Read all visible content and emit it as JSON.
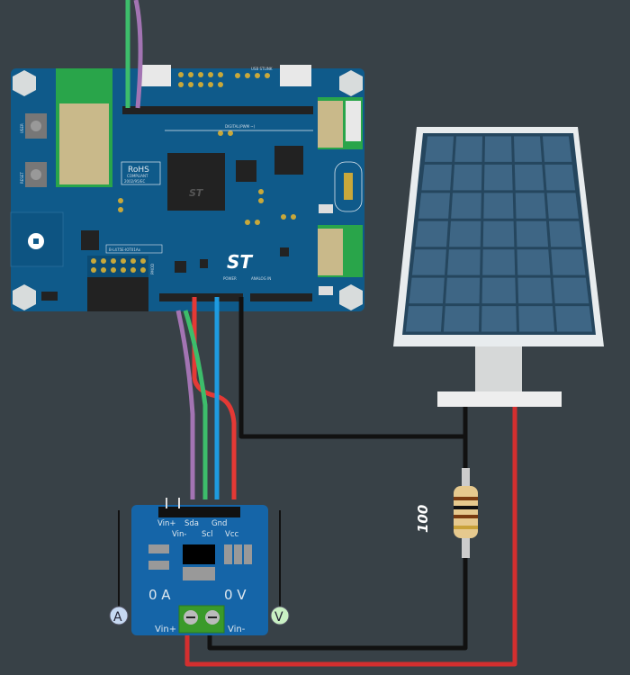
{
  "board": {
    "name": "B-L475E-IOT01Ax",
    "rohs": "RoHS",
    "rohs_compliant": "COMPLIANT",
    "rohs_directive": "2002/95/EC",
    "user_button": "USER",
    "reset_button": "RESET",
    "digital_header": "DIGITAL(PWM ~)",
    "power_header": "POWER",
    "analog_header": "ANALOG IN",
    "pmod": "PMOD",
    "usb_stlink": "USB STLINK",
    "brand": "ST",
    "colors": {
      "pcb": "#0f5a8a",
      "pcb_dark": "#0b4b74"
    }
  },
  "sensor": {
    "pins": {
      "vin_plus": "Vin+",
      "vin_minus": "Vin-",
      "sda": "Sda",
      "scl": "Scl",
      "gnd": "Gnd",
      "vcc": "Vcc"
    },
    "current_reading": "0 A",
    "voltage_reading": "0 V",
    "terminal_left": "Vin+",
    "terminal_right": "Vin-",
    "ammeter_probe": "A",
    "voltmeter_probe": "V",
    "color": "#1565a8"
  },
  "resistor": {
    "value": "100"
  },
  "wires": {
    "red": "#e53935",
    "black": "#111111",
    "blue": "#1e9be0",
    "green": "#3dbd6b",
    "purple": "#a374b3"
  }
}
